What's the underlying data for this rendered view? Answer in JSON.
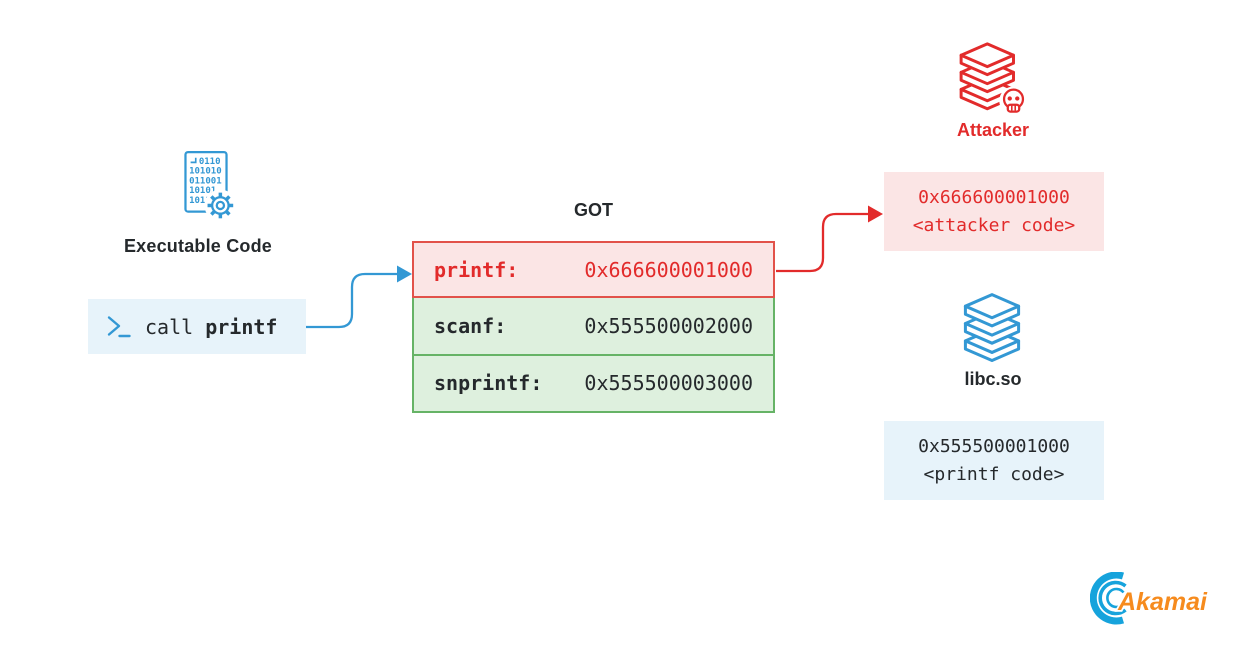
{
  "colors": {
    "red": "#e22b2b",
    "red_border": "#e2524a",
    "red_bg": "#fbe5e5",
    "green_border": "#66b366",
    "green_bg": "#def0de",
    "blue": "#3398d4",
    "blue_bg": "#e7f3fa",
    "dark": "#25292c",
    "orange": "#f68b1e"
  },
  "executable": {
    "label": "Executable Code",
    "icon_binary_lines": [
      "0110",
      "101010",
      "011001",
      "10101",
      "1011"
    ],
    "call_box": {
      "keyword": "call",
      "target": "printf"
    }
  },
  "got": {
    "title": "GOT",
    "rows": [
      {
        "label": "printf:",
        "address": "0x666600001000",
        "state": "compromised"
      },
      {
        "label": "scanf:",
        "address": "0x555500002000",
        "state": "normal"
      },
      {
        "label": "snprintf:",
        "address": "0x555500003000",
        "state": "normal"
      }
    ]
  },
  "attacker": {
    "title": "Attacker",
    "address": "0x666600001000",
    "code_label": "<attacker code>"
  },
  "libc": {
    "title": "libc.so",
    "address": "0x555500001000",
    "code_label": "<printf code>"
  },
  "logo": {
    "text": "Akamai"
  }
}
